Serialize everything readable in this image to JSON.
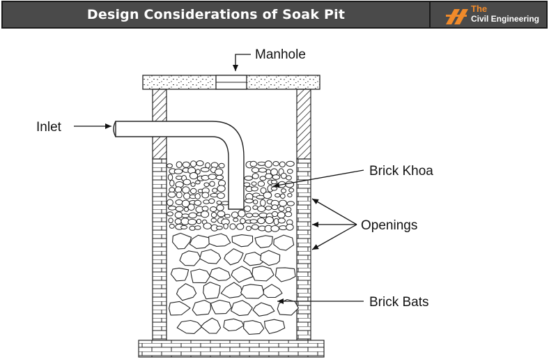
{
  "header": {
    "title": "Design Considerations of Soak Pit",
    "logo_line1": "The",
    "logo_line2": "Civil Engineering",
    "accent_color": "#f08a2a"
  },
  "diagram": {
    "labels": {
      "manhole": "Manhole",
      "inlet": "Inlet",
      "brick_khoa": "Brick Khoa",
      "openings": "Openings",
      "brick_bats": "Brick Bats"
    }
  }
}
